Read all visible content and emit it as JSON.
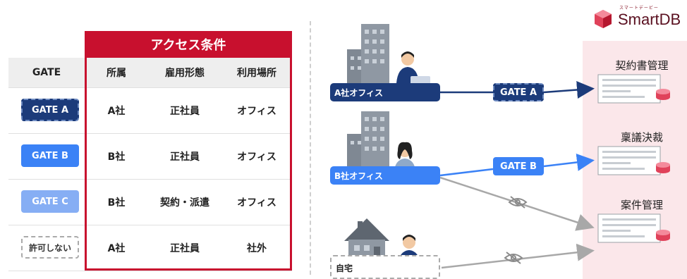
{
  "table": {
    "access_header": "アクセス条件",
    "col_gate": "GATE",
    "col_affiliation": "所属",
    "col_employment": "雇用形態",
    "col_location": "利用場所",
    "rows": [
      {
        "gate": "GATE A",
        "affiliation": "A社",
        "employment": "正社員",
        "location": "オフィス"
      },
      {
        "gate": "GATE B",
        "affiliation": "B社",
        "employment": "正社員",
        "location": "オフィス"
      },
      {
        "gate": "GATE C",
        "affiliation": "B社",
        "employment": "契約・派遣",
        "location": "オフィス"
      },
      {
        "gate": "許可しない",
        "affiliation": "A社",
        "employment": "正社員",
        "location": "社外"
      }
    ]
  },
  "logo": {
    "small": "スマートデービー",
    "name": "SmartDB"
  },
  "diagram": {
    "offices": {
      "a": "A社オフィス",
      "b": "B社オフィス",
      "home": "自宅"
    },
    "gates": {
      "a": "GATE A",
      "b": "GATE B"
    },
    "systems": [
      "契約書管理",
      "稟議決裁",
      "案件管理"
    ]
  },
  "colors": {
    "red": "#c8102e",
    "navy": "#1c3b7a",
    "blue": "#3b82f6",
    "light_blue": "#86aef4",
    "pink": "#fbe7ea",
    "gray": "#a8a8a8"
  }
}
